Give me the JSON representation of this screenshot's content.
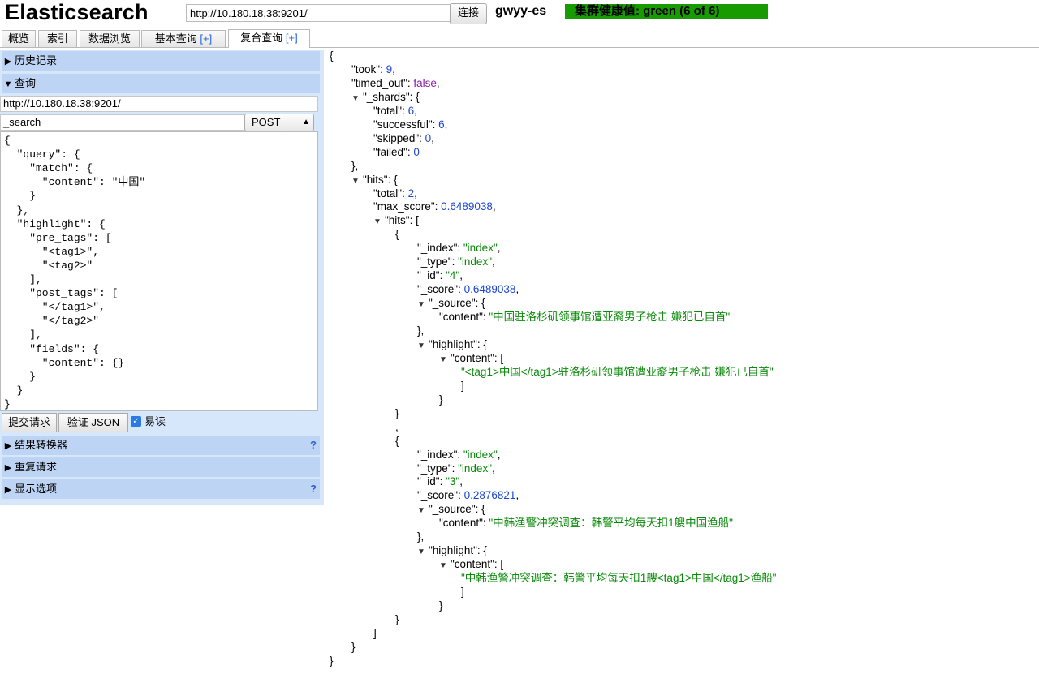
{
  "header": {
    "logo": "Elasticsearch",
    "url": "http://10.180.18.38:9201/",
    "connect_label": "连接",
    "cluster_name": "gwyy-es",
    "health": "集群健康值: green (6 of 6)",
    "health_color": "#189b00"
  },
  "tabs": [
    {
      "label": "概览",
      "plus": ""
    },
    {
      "label": "索引",
      "plus": ""
    },
    {
      "label": "数据浏览",
      "plus": ""
    },
    {
      "label": "基本查询 ",
      "plus": "[+]"
    },
    {
      "label": "复合查询 ",
      "plus": "[+]"
    }
  ],
  "left": {
    "history_label": "历史记录",
    "query_label": "查询",
    "server_url": "http://10.180.18.38:9201/",
    "path": "_search",
    "method": "POST",
    "query_lines": [
      "{",
      "  \"query\": {",
      "    \"match\": {",
      "      \"content\": \"中国\"",
      "    }",
      "  },",
      "  \"highlight\": {",
      "    \"pre_tags\": [",
      "      \"<tag1>\",",
      "      \"<tag2>\"",
      "    ],",
      "    \"post_tags\": [",
      "      \"</tag1>\",",
      "      \"</tag2>\"",
      "    ],",
      "    \"fields\": {",
      "      \"content\": {}",
      "    }",
      "  }",
      "}"
    ],
    "submit_label": "提交请求",
    "validate_label": "验证 JSON",
    "pretty_label": "易读",
    "transformer_label": "结果转换器",
    "repeat_label": "重复请求",
    "display_label": "显示选项",
    "help": "?"
  },
  "result_lines": [
    {
      "i": 0,
      "t": false,
      "p": [
        [
          "k",
          "{"
        ]
      ]
    },
    {
      "i": 1,
      "t": false,
      "p": [
        [
          "k",
          "\"took\": "
        ],
        [
          "n",
          "9"
        ],
        [
          "k",
          ","
        ]
      ]
    },
    {
      "i": 1,
      "t": false,
      "p": [
        [
          "k",
          "\"timed_out\": "
        ],
        [
          "b",
          "false"
        ],
        [
          "k",
          ","
        ]
      ]
    },
    {
      "i": 1,
      "t": true,
      "p": [
        [
          "k",
          "\"_shards\": {"
        ]
      ]
    },
    {
      "i": 2,
      "t": false,
      "p": [
        [
          "k",
          "\"total\": "
        ],
        [
          "n",
          "6"
        ],
        [
          "k",
          ","
        ]
      ]
    },
    {
      "i": 2,
      "t": false,
      "p": [
        [
          "k",
          "\"successful\": "
        ],
        [
          "n",
          "6"
        ],
        [
          "k",
          ","
        ]
      ]
    },
    {
      "i": 2,
      "t": false,
      "p": [
        [
          "k",
          "\"skipped\": "
        ],
        [
          "n",
          "0"
        ],
        [
          "k",
          ","
        ]
      ]
    },
    {
      "i": 2,
      "t": false,
      "p": [
        [
          "k",
          "\"failed\": "
        ],
        [
          "n",
          "0"
        ]
      ]
    },
    {
      "i": 1,
      "t": false,
      "p": [
        [
          "k",
          "},"
        ]
      ]
    },
    {
      "i": 1,
      "t": true,
      "p": [
        [
          "k",
          "\"hits\": {"
        ]
      ]
    },
    {
      "i": 2,
      "t": false,
      "p": [
        [
          "k",
          "\"total\": "
        ],
        [
          "n",
          "2"
        ],
        [
          "k",
          ","
        ]
      ]
    },
    {
      "i": 2,
      "t": false,
      "p": [
        [
          "k",
          "\"max_score\": "
        ],
        [
          "n",
          "0.6489038"
        ],
        [
          "k",
          ","
        ]
      ]
    },
    {
      "i": 2,
      "t": true,
      "p": [
        [
          "k",
          "\"hits\": ["
        ]
      ]
    },
    {
      "i": 3,
      "t": false,
      "p": [
        [
          "k",
          "{"
        ]
      ]
    },
    {
      "i": 4,
      "t": false,
      "p": [
        [
          "k",
          "\"_index\": "
        ],
        [
          "s",
          "\"index\""
        ],
        [
          "k",
          ","
        ]
      ]
    },
    {
      "i": 4,
      "t": false,
      "p": [
        [
          "k",
          "\"_type\": "
        ],
        [
          "s",
          "\"index\""
        ],
        [
          "k",
          ","
        ]
      ]
    },
    {
      "i": 4,
      "t": false,
      "p": [
        [
          "k",
          "\"_id\": "
        ],
        [
          "s",
          "\"4\""
        ],
        [
          "k",
          ","
        ]
      ]
    },
    {
      "i": 4,
      "t": false,
      "p": [
        [
          "k",
          "\"_score\": "
        ],
        [
          "n",
          "0.6489038"
        ],
        [
          "k",
          ","
        ]
      ]
    },
    {
      "i": 4,
      "t": true,
      "p": [
        [
          "k",
          "\"_source\": {"
        ]
      ]
    },
    {
      "i": 5,
      "t": false,
      "p": [
        [
          "k",
          "\"content\": "
        ],
        [
          "s",
          "\"中国驻洛杉矶领事馆遭亚裔男子枪击 嫌犯已自首\""
        ]
      ]
    },
    {
      "i": 4,
      "t": false,
      "p": [
        [
          "k",
          "},"
        ]
      ]
    },
    {
      "i": 4,
      "t": true,
      "p": [
        [
          "k",
          "\"highlight\": {"
        ]
      ]
    },
    {
      "i": 5,
      "t": true,
      "p": [
        [
          "k",
          "\"content\": ["
        ]
      ]
    },
    {
      "i": 6,
      "t": false,
      "p": [
        [
          "s",
          "\"<tag1>中国</tag1>驻洛杉矶领事馆遭亚裔男子枪击 嫌犯已自首\""
        ]
      ]
    },
    {
      "i": 6,
      "t": false,
      "p": [
        [
          "k",
          "]"
        ]
      ]
    },
    {
      "i": 5,
      "t": false,
      "p": [
        [
          "k",
          "}"
        ]
      ]
    },
    {
      "i": 3,
      "t": false,
      "p": [
        [
          "k",
          "}"
        ]
      ]
    },
    {
      "i": 3,
      "t": false,
      "p": [
        [
          "k",
          ","
        ]
      ]
    },
    {
      "i": 3,
      "t": false,
      "p": [
        [
          "k",
          "{"
        ]
      ]
    },
    {
      "i": 4,
      "t": false,
      "p": [
        [
          "k",
          "\"_index\": "
        ],
        [
          "s",
          "\"index\""
        ],
        [
          "k",
          ","
        ]
      ]
    },
    {
      "i": 4,
      "t": false,
      "p": [
        [
          "k",
          "\"_type\": "
        ],
        [
          "s",
          "\"index\""
        ],
        [
          "k",
          ","
        ]
      ]
    },
    {
      "i": 4,
      "t": false,
      "p": [
        [
          "k",
          "\"_id\": "
        ],
        [
          "s",
          "\"3\""
        ],
        [
          "k",
          ","
        ]
      ]
    },
    {
      "i": 4,
      "t": false,
      "p": [
        [
          "k",
          "\"_score\": "
        ],
        [
          "n",
          "0.2876821"
        ],
        [
          "k",
          ","
        ]
      ]
    },
    {
      "i": 4,
      "t": true,
      "p": [
        [
          "k",
          "\"_source\": {"
        ]
      ]
    },
    {
      "i": 5,
      "t": false,
      "p": [
        [
          "k",
          "\"content\": "
        ],
        [
          "s",
          "\"中韩渔警冲突调查：韩警平均每天扣1艘中国渔船\""
        ]
      ]
    },
    {
      "i": 4,
      "t": false,
      "p": [
        [
          "k",
          "},"
        ]
      ]
    },
    {
      "i": 4,
      "t": true,
      "p": [
        [
          "k",
          "\"highlight\": {"
        ]
      ]
    },
    {
      "i": 5,
      "t": true,
      "p": [
        [
          "k",
          "\"content\": ["
        ]
      ]
    },
    {
      "i": 6,
      "t": false,
      "p": [
        [
          "s",
          "\"中韩渔警冲突调查：韩警平均每天扣1艘<tag1>中国</tag1>渔船\""
        ]
      ]
    },
    {
      "i": 6,
      "t": false,
      "p": [
        [
          "k",
          "]"
        ]
      ]
    },
    {
      "i": 5,
      "t": false,
      "p": [
        [
          "k",
          "}"
        ]
      ]
    },
    {
      "i": 3,
      "t": false,
      "p": [
        [
          "k",
          "}"
        ]
      ]
    },
    {
      "i": 2,
      "t": false,
      "p": [
        [
          "k",
          "]"
        ]
      ]
    },
    {
      "i": 1,
      "t": false,
      "p": [
        [
          "k",
          "}"
        ]
      ]
    },
    {
      "i": 0,
      "t": false,
      "p": [
        [
          "k",
          "}"
        ]
      ]
    }
  ]
}
